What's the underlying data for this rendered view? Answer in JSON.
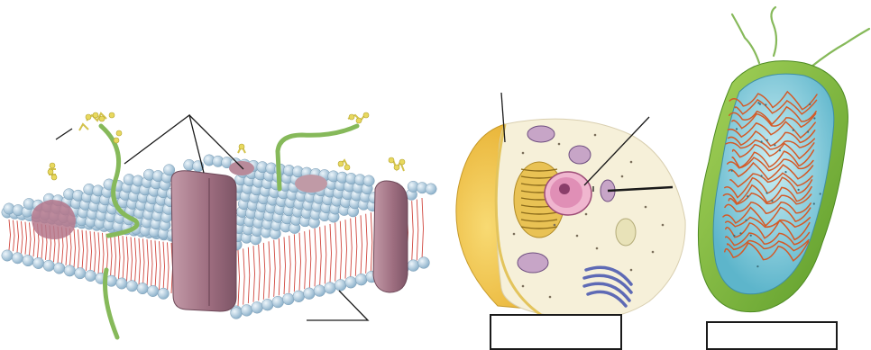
{
  "diagram": {
    "panels": [
      {
        "id": "membrane",
        "name": "cell-membrane-diagram"
      },
      {
        "id": "cell",
        "name": "eukaryotic-cell-diagram"
      },
      {
        "id": "bacterium",
        "name": "bacterial-cell-diagram"
      }
    ],
    "answer_boxes": [
      {
        "id": "cell",
        "text": ""
      },
      {
        "id": "bacterium",
        "text": ""
      }
    ],
    "colors": {
      "phospholipid_head": "#b9d6ea",
      "phospholipid_tail": "#d0463e",
      "protein": "#a7788a",
      "glycolipid_chain": "#86b95a",
      "cell_wall": "#f1c64a",
      "cytoplasm": "#f6f0d9",
      "nucleus": "#d36fa3",
      "bacteria_wall": "#7fbf3a",
      "bacteria_cytoplasm": "#78c7d9",
      "dna": "#d45a28",
      "golgi": "#5e6ab5"
    }
  }
}
